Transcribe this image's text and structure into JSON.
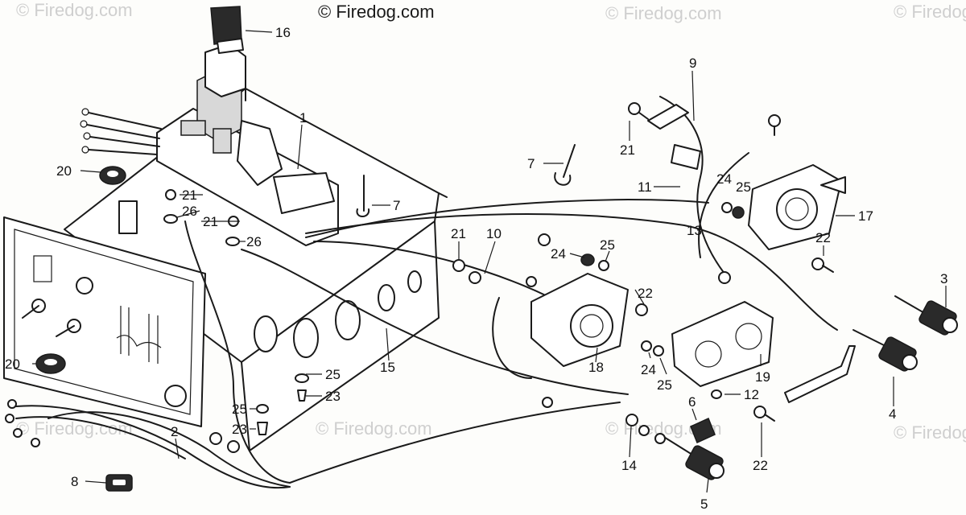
{
  "watermark": {
    "top_center": "© Firedog.com",
    "faint_left_top": "© Firedog.com",
    "faint_right_top": "© Firedog.com",
    "faint_far_right_top": "© Firedog",
    "faint_bottom_left": "© Firedog.com",
    "faint_bottom_mid": "© Firedog.com",
    "faint_bottom_mid2": "© Firedog.com",
    "faint_bottom_right": "© Firedog"
  },
  "callouts": [
    {
      "id": "c16",
      "text": "16"
    },
    {
      "id": "c1",
      "text": "1"
    },
    {
      "id": "c20a",
      "text": "20"
    },
    {
      "id": "c21a",
      "text": "21"
    },
    {
      "id": "c26a",
      "text": "26"
    },
    {
      "id": "c21b",
      "text": "21"
    },
    {
      "id": "c26b",
      "text": "26"
    },
    {
      "id": "c7a",
      "text": "7"
    },
    {
      "id": "c7b",
      "text": "7"
    },
    {
      "id": "c9",
      "text": "9"
    },
    {
      "id": "c21c",
      "text": "21"
    },
    {
      "id": "c11",
      "text": "11"
    },
    {
      "id": "c24a",
      "text": "24"
    },
    {
      "id": "c25a",
      "text": "25"
    },
    {
      "id": "c17",
      "text": "17"
    },
    {
      "id": "c13",
      "text": "13"
    },
    {
      "id": "c22a",
      "text": "22"
    },
    {
      "id": "c21d",
      "text": "21"
    },
    {
      "id": "c10",
      "text": "10"
    },
    {
      "id": "c24b",
      "text": "24"
    },
    {
      "id": "c25b",
      "text": "25"
    },
    {
      "id": "c22b",
      "text": "22"
    },
    {
      "id": "c3",
      "text": "3"
    },
    {
      "id": "c20b",
      "text": "20"
    },
    {
      "id": "c15",
      "text": "15"
    },
    {
      "id": "c18",
      "text": "18"
    },
    {
      "id": "c24c",
      "text": "24"
    },
    {
      "id": "c25c",
      "text": "25"
    },
    {
      "id": "c19",
      "text": "19"
    },
    {
      "id": "c12",
      "text": "12"
    },
    {
      "id": "c4",
      "text": "4"
    },
    {
      "id": "c25d",
      "text": "25"
    },
    {
      "id": "c23a",
      "text": "23"
    },
    {
      "id": "c25e",
      "text": "25"
    },
    {
      "id": "c23b",
      "text": "23"
    },
    {
      "id": "c6",
      "text": "6"
    },
    {
      "id": "c2",
      "text": "2"
    },
    {
      "id": "c14",
      "text": "14"
    },
    {
      "id": "c22c",
      "text": "22"
    },
    {
      "id": "c8",
      "text": "8"
    },
    {
      "id": "c5",
      "text": "5"
    }
  ]
}
